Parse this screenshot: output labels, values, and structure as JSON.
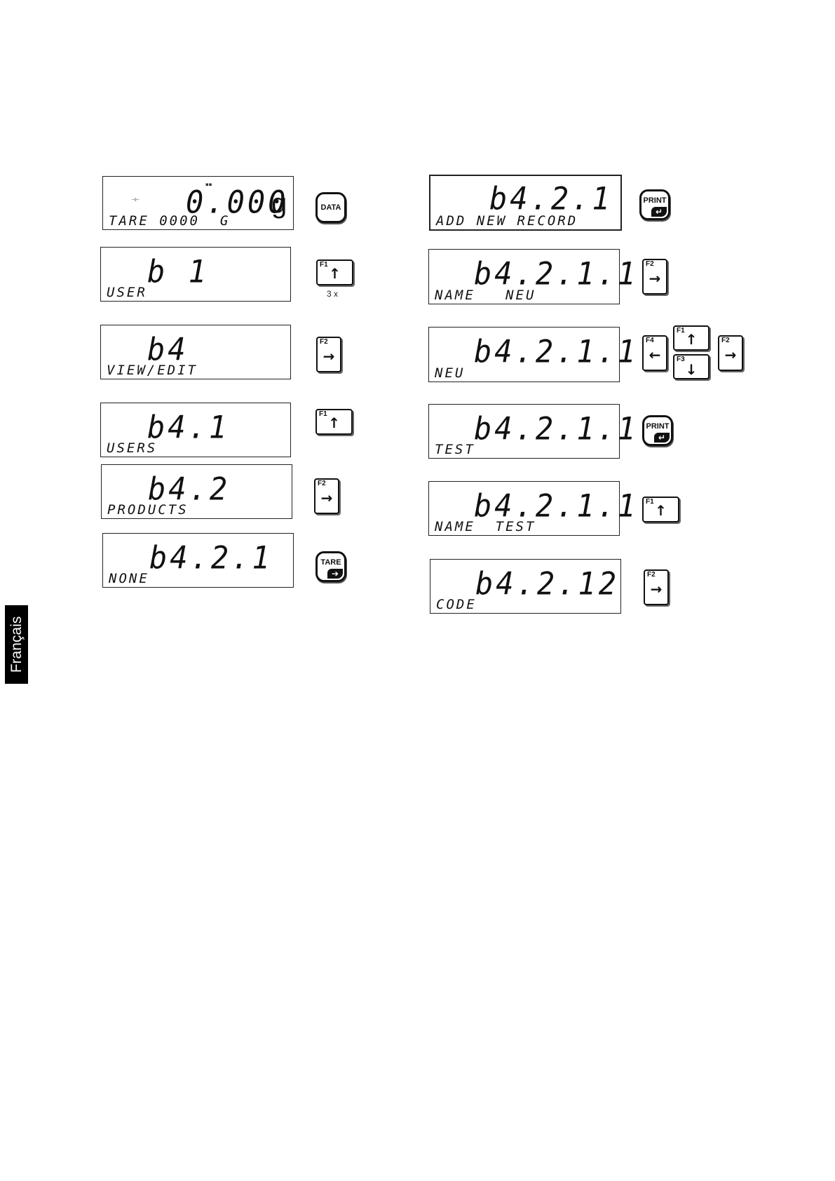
{
  "sidebar": {
    "language_tab": "Français"
  },
  "left_column": [
    {
      "main": "0.000",
      "unit": "g",
      "sub": "TARE 0000  G",
      "indicator_top": "▪▪",
      "indicator_left": "⊣⊢",
      "key": {
        "kind": "round",
        "label": "DATA"
      }
    },
    {
      "main": "b 1",
      "sub": "USER",
      "key": {
        "kind": "fn",
        "fn": "F1",
        "arrow": "↑"
      },
      "note": "3 x"
    },
    {
      "main": "b4",
      "sub": "VIEW/EDIT",
      "key": {
        "kind": "fn",
        "fn": "F2",
        "arrow": "→"
      }
    },
    {
      "main": "b4.1",
      "sub": "USERS",
      "key": {
        "kind": "fn",
        "fn": "F1",
        "arrow": "↑"
      }
    },
    {
      "main": "b4.2",
      "sub": "PRODUCTS",
      "key": {
        "kind": "fn",
        "fn": "F2",
        "arrow": "→"
      }
    },
    {
      "main": "b4.2.1",
      "sub": "NONE",
      "key": {
        "kind": "round",
        "label": "TARE",
        "corner": "➔"
      }
    }
  ],
  "right_column": [
    {
      "main": "b4.2.1",
      "sub": "ADD NEW RECORD",
      "key": {
        "kind": "round",
        "label": "PRINT",
        "corner": "↵"
      }
    },
    {
      "main": "b4.2.1.1",
      "sub": "NAME   NEU",
      "key": {
        "kind": "fn",
        "fn": "F2",
        "arrow": "→"
      }
    },
    {
      "main": "b4.2.1.1",
      "sub": "NEU",
      "keys": [
        {
          "fn": "F4",
          "arrow": "←"
        },
        {
          "fn": "F1",
          "arrow": "↑"
        },
        {
          "fn": "F3",
          "arrow": "↓"
        },
        {
          "fn": "F2",
          "arrow": "→"
        }
      ]
    },
    {
      "main": "b4.2.1.1",
      "sub": "TEST",
      "key": {
        "kind": "round",
        "label": "PRINT",
        "corner": "↵"
      }
    },
    {
      "main": "b4.2.1.1",
      "sub": "NAME  TEST",
      "key": {
        "kind": "fn",
        "fn": "F1",
        "arrow": "↑"
      }
    },
    {
      "main": "b4.2.12",
      "sub": "CODE",
      "key": {
        "kind": "fn",
        "fn": "F2",
        "arrow": "→"
      }
    }
  ]
}
